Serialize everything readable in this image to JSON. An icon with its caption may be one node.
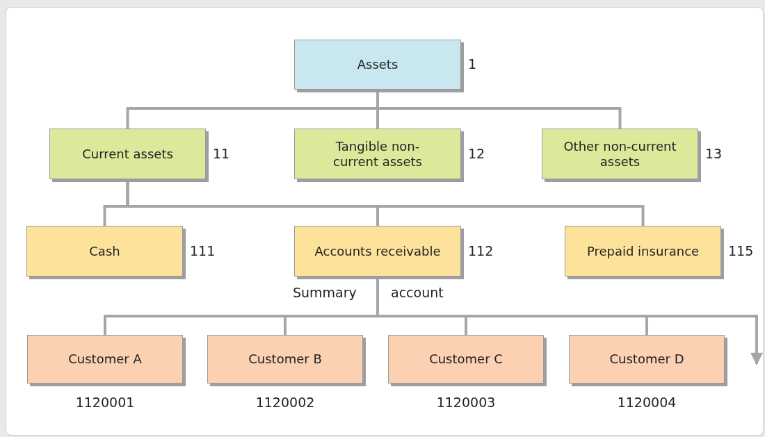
{
  "diagram": {
    "nodes": [
      {
        "text": [
          "Assets"
        ],
        "beside": [
          "1"
        ]
      },
      {
        "text": [
          "Current assets"
        ],
        "beside": [
          "11"
        ]
      },
      {
        "text": [
          "Tangible non-current assets"
        ],
        "beside": [
          "12"
        ]
      },
      {
        "text": [
          "Other non-current assets"
        ],
        "beside": [
          "13"
        ]
      },
      {
        "text": [
          "Cash"
        ],
        "beside": [
          "111"
        ]
      },
      {
        "text": [
          "Accounts receivable"
        ],
        "beside": [
          "112"
        ]
      },
      {
        "text": [
          "Prepaid insurance"
        ],
        "beside": [
          "115"
        ]
      },
      {
        "text": [
          "Customer A"
        ],
        "beside": [
          "1120001"
        ]
      },
      {
        "text": [
          "Customer B"
        ],
        "beside": [
          "1120002"
        ]
      },
      {
        "text": [
          "Customer C"
        ],
        "beside": [
          "1120003"
        ]
      },
      {
        "text": [
          "Customer D"
        ],
        "beside": [
          "1120004"
        ]
      }
    ],
    "edges": [
      {
        "from": 0,
        "to": 1,
        "arrow": "none"
      },
      {
        "from": 0,
        "to": 2,
        "arrow": "none"
      },
      {
        "from": 0,
        "to": 3,
        "arrow": "none"
      },
      {
        "from": 1,
        "to": 4,
        "arrow": "none"
      },
      {
        "from": 1,
        "to": 5,
        "arrow": "none"
      },
      {
        "from": 1,
        "to": 6,
        "arrow": "none"
      },
      {
        "from": 5,
        "to": 7,
        "arrow": "none"
      },
      {
        "from": 5,
        "to": 8,
        "arrow": "none"
      },
      {
        "from": 5,
        "to": 9,
        "arrow": "none"
      },
      {
        "from": 5,
        "to": 10,
        "arrow": "none"
      },
      {
        "from": 5,
        "to": null,
        "arrow": "to"
      }
    ],
    "labels": [
      "Summary",
      "account"
    ]
  }
}
